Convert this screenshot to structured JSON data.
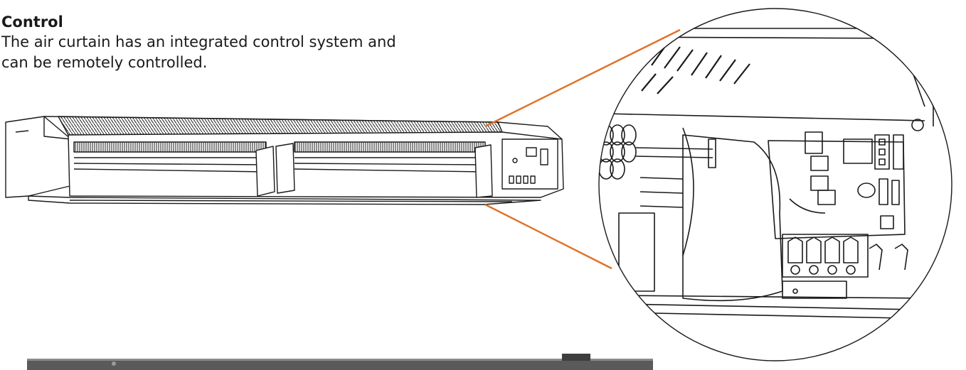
{
  "section": {
    "heading": "Control",
    "body_lines": [
      "The air curtain has an integrated control system and",
      "can be remotely controlled."
    ]
  },
  "illustration": {
    "subject": "air-curtain-unit",
    "callout_color": "#e07028",
    "line_color": "#1a1a1a"
  }
}
